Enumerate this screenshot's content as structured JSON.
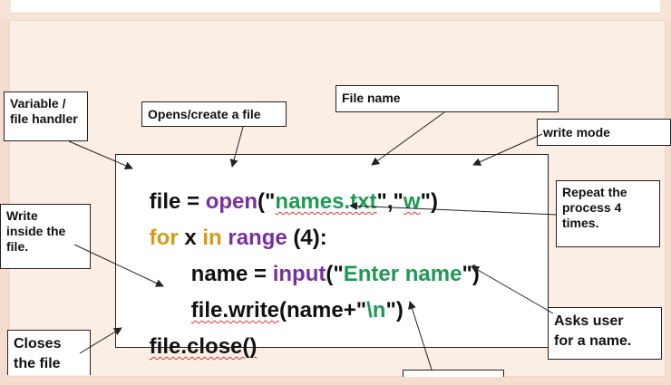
{
  "labels": {
    "variable": "Variable /\nfile handler",
    "opens": "Opens/create a file",
    "filename": "File name",
    "writemode": "write mode",
    "repeat": "Repeat the\nprocess 4\ntimes.",
    "write_inside": "Write\ninside the\nfile.",
    "asks": "Asks user\nfor a name.",
    "closes": "Closes\nthe file"
  },
  "code": {
    "line1": {
      "a": "file = ",
      "b": "open",
      "c": "(\"",
      "d": "names.txt",
      "e": "\",\"",
      "f": "w",
      "g": "\")"
    },
    "line2": {
      "a": "for",
      "b": " x ",
      "c": "in",
      "d": " ",
      "e": "range",
      "f": " (4):"
    },
    "line3": {
      "a": "name = ",
      "b": "input",
      "c": "(\"",
      "d": "Enter name",
      "e": "\")"
    },
    "line4": {
      "a": "file.write",
      "b": "(name+\"",
      "c": "\\n",
      "d": "\")"
    },
    "line5": {
      "a": "file.close()"
    }
  },
  "colors": {
    "keyword_purple": "#7a2fa0",
    "keyword_orange": "#d89a14",
    "string_green": "#1e9a54"
  }
}
